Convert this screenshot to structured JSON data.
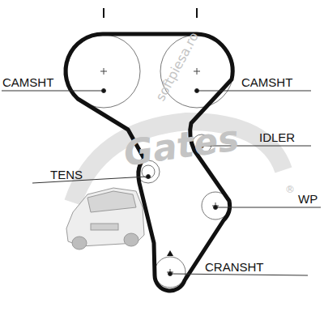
{
  "diagram": {
    "labels": [
      "CAMSHT",
      "CAMSHT",
      "IDLER",
      "TENS",
      "WP",
      "CRANSHT",
      "softpiesa.ro",
      "Gates",
      "®"
    ]
  }
}
